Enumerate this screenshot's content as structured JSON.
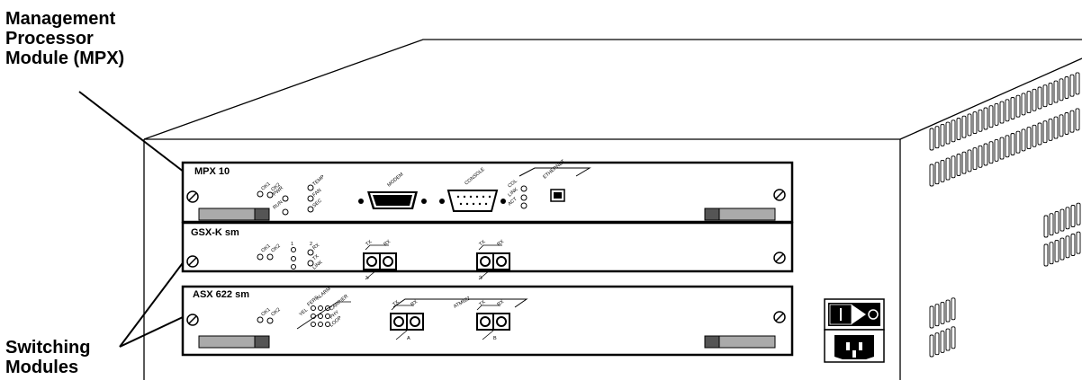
{
  "callouts": {
    "mpx": [
      "Management",
      "Processor",
      "Module (MPX)"
    ],
    "switching": [
      "Switching",
      "Modules"
    ]
  },
  "modules": {
    "mpx10": {
      "title": "MPX 10",
      "led_labels": [
        "OK1",
        "OK2",
        "PWR",
        "RUN",
        "TEMP",
        "FAN",
        "SEC",
        "COL",
        "LINK",
        "ACT"
      ],
      "ports": {
        "modem": "MODEM",
        "console": "CONSOLE",
        "ethernet": "ETHERNET"
      }
    },
    "gsxk": {
      "title": "GSX-K sm",
      "led_labels": [
        "OK1",
        "OK2",
        "1",
        "2",
        "RX",
        "TX",
        "LINK"
      ],
      "port_labels": [
        "TX",
        "RX",
        "1",
        "TX",
        "RX",
        "2"
      ]
    },
    "asx622": {
      "title": "ASX 622 sm",
      "led_labels": [
        "OK1",
        "OK2",
        "YEL",
        "FERF",
        "ALARM",
        "CARRIER",
        "PHY",
        "LOOP"
      ],
      "port_labels": [
        "TX",
        "RX",
        "A",
        "TX",
        "RX",
        "B"
      ],
      "group_label": "ATM622"
    }
  },
  "colors": {
    "line": "#000000",
    "background": "#ffffff",
    "handle": "#aaaaaa"
  }
}
